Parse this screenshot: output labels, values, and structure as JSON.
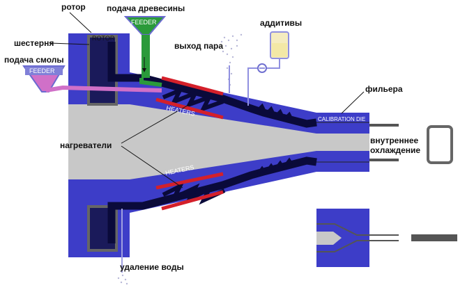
{
  "labels": {
    "rotor": "ротор",
    "wood_feed": "подача древесины",
    "gear": "шестерня",
    "resin_feed": "подача смолы",
    "steam_out": "выход пара",
    "additives": "аддитивы",
    "die": "фильера",
    "heaters": "нагреватели",
    "cooling_line1": "внутреннее",
    "cooling_line2": "охлаждение",
    "water_removal": "удаление воды"
  },
  "inner_text": {
    "rotor": "ROTOR",
    "feeder_top": "FEEDER",
    "feeder_left": "FEEDER",
    "heaters_top": "HEATERS",
    "heaters_bottom": "HEATERS",
    "calibration_die": "CALIBRATION DIE"
  },
  "colors": {
    "barrel": "#3d3dc8",
    "barrel_dark": "#1a1a5a",
    "screw": "#0a0a3a",
    "core": "#c8c8c8",
    "heater": "#d4202a",
    "wood_feed": "#2a9a3a",
    "resin_feed": "#d070c8",
    "feeder": "#8080d8",
    "additive_line": "#9090e0",
    "die_line": "#555555"
  }
}
